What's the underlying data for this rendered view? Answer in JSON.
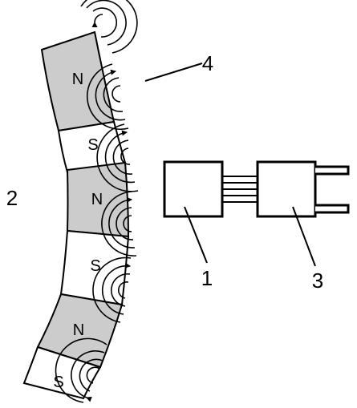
{
  "colors": {
    "north_pole_fill": "#cccccc",
    "south_pole_fill": "#ffffff",
    "stroke": "#000000",
    "background": "#ffffff"
  },
  "segments": [
    {
      "pole": "N",
      "label": "N"
    },
    {
      "pole": "S",
      "label": "S"
    },
    {
      "pole": "N",
      "label": "N"
    },
    {
      "pole": "S",
      "label": "S"
    },
    {
      "pole": "N",
      "label": "N"
    },
    {
      "pole": "S",
      "label": "S"
    }
  ],
  "callouts": {
    "sensor": "1",
    "magnet_ring": "2",
    "connector": "3",
    "field_lines": "4"
  },
  "icons": {
    "field_lines": "magnetic-field-arc-icon",
    "sensor": "sensor-block",
    "connector": "connector-plug"
  }
}
